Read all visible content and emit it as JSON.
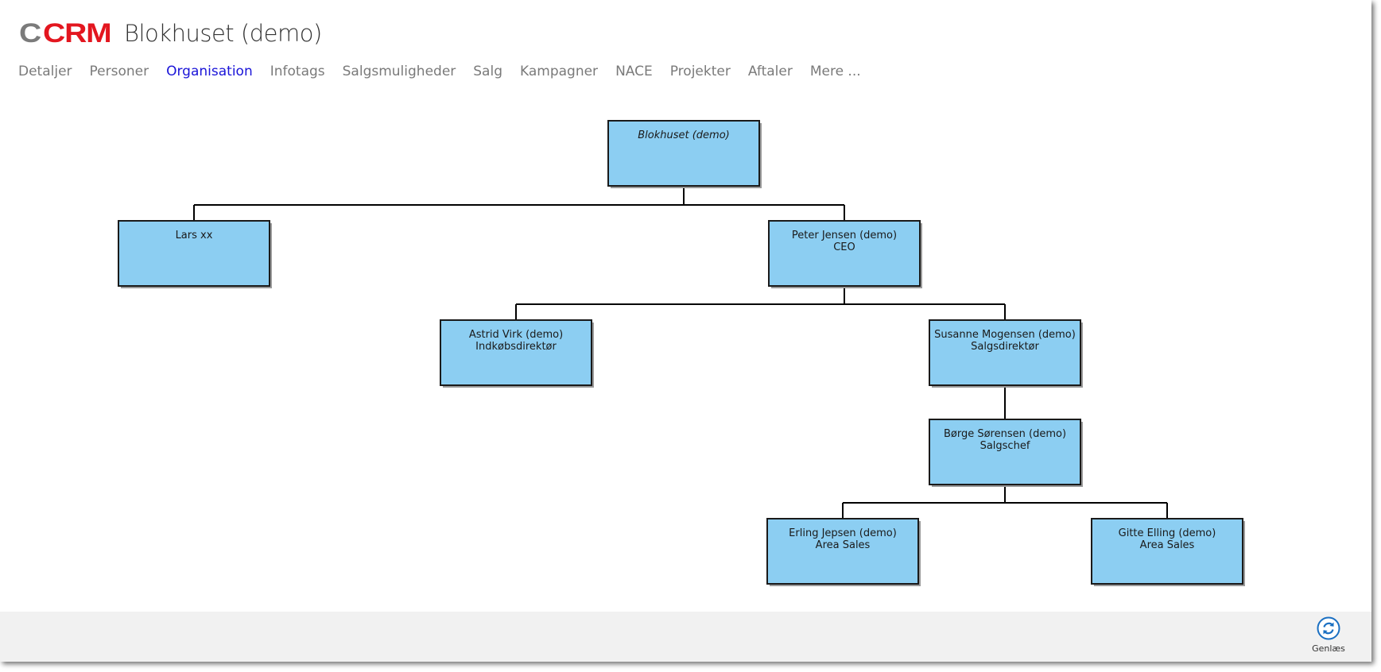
{
  "app": {
    "logo_part1": "C",
    "logo_part2": "CRM",
    "company_title": "Blokhuset (demo)"
  },
  "nav": {
    "tabs": [
      {
        "label": "Detaljer",
        "active": false
      },
      {
        "label": "Personer",
        "active": false
      },
      {
        "label": "Organisation",
        "active": true
      },
      {
        "label": "Infotags",
        "active": false
      },
      {
        "label": "Salgsmuligheder",
        "active": false
      },
      {
        "label": "Salg",
        "active": false
      },
      {
        "label": "Kampagner",
        "active": false
      },
      {
        "label": "NACE",
        "active": false
      },
      {
        "label": "Projekter",
        "active": false
      },
      {
        "label": "Aftaler",
        "active": false
      },
      {
        "label": "Mere ...",
        "active": false
      }
    ]
  },
  "org": {
    "nodes": [
      {
        "id": "root",
        "lines": [
          "Blokhuset (demo)"
        ],
        "italic": true,
        "parent": null
      },
      {
        "id": "lars",
        "lines": [
          "Lars xx"
        ],
        "italic": false,
        "parent": "root"
      },
      {
        "id": "peter",
        "lines": [
          "Peter Jensen (demo)",
          "CEO"
        ],
        "italic": false,
        "parent": "root"
      },
      {
        "id": "astrid",
        "lines": [
          "Astrid Virk (demo)",
          "Indkøbsdirektør"
        ],
        "italic": false,
        "parent": "peter"
      },
      {
        "id": "susanne",
        "lines": [
          "Susanne Mogensen (demo)",
          "Salgsdirektør"
        ],
        "italic": false,
        "parent": "peter"
      },
      {
        "id": "borge",
        "lines": [
          "Børge Sørensen (demo)",
          "Salgschef"
        ],
        "italic": false,
        "parent": "susanne"
      },
      {
        "id": "erling",
        "lines": [
          "Erling Jepsen (demo)",
          "Area Sales"
        ],
        "italic": false,
        "parent": "borge"
      },
      {
        "id": "gitte",
        "lines": [
          "Gitte Elling (demo)",
          "Area Sales"
        ],
        "italic": false,
        "parent": "borge"
      }
    ],
    "colors": {
      "box_fill": "#8ccef2",
      "box_border": "#1a1a1a",
      "connector": "#000000"
    }
  },
  "footer": {
    "reload_label": "Genlæs",
    "reload_icon": "refresh-icon",
    "accent": "#1a6fc2"
  }
}
